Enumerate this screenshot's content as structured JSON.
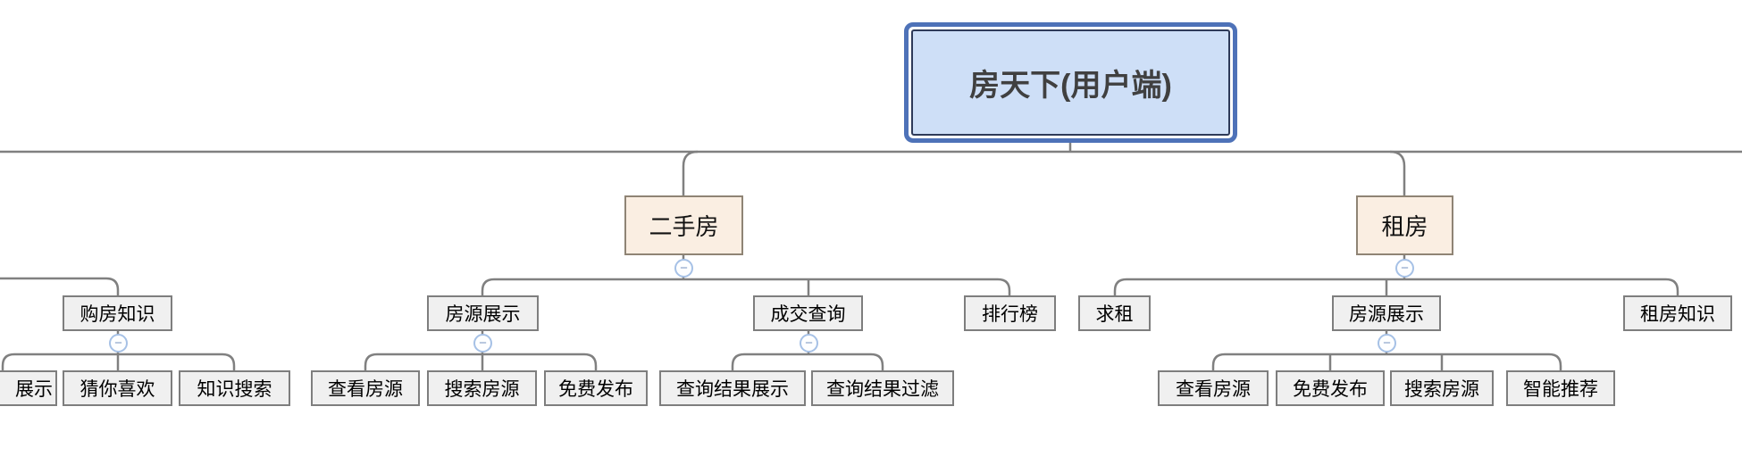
{
  "diagram": {
    "type": "mindmap-org-chart",
    "root": {
      "label": "房天下(用户端)"
    },
    "nodes": {
      "ershoufang": {
        "label": "二手房",
        "level": 2
      },
      "zufang": {
        "label": "租房",
        "level": 2
      },
      "goufangzhishi": {
        "label": "购房知识",
        "level": 3
      },
      "fyzs_esf": {
        "label": "房源展示",
        "level": 3
      },
      "chengjiaochaxun": {
        "label": "成交查询",
        "level": 3
      },
      "paihangbang": {
        "label": "排行榜",
        "level": 3
      },
      "qiuzu": {
        "label": "求租",
        "level": 3
      },
      "fyzs_zf": {
        "label": "房源展示",
        "level": 3
      },
      "zufangzhishi": {
        "label": "租房知识",
        "level": 3
      },
      "zhanshi_clipped": {
        "label": "展示",
        "level": 4
      },
      "cainixihuan": {
        "label": "猜你喜欢",
        "level": 4
      },
      "zhishisousuo": {
        "label": "知识搜索",
        "level": 4
      },
      "chakan_esf": {
        "label": "查看房源",
        "level": 4
      },
      "sousuo_esf": {
        "label": "搜索房源",
        "level": 4
      },
      "mianfei_esf": {
        "label": "免费发布",
        "level": 4
      },
      "jieguozhanshi": {
        "label": "查询结果展示",
        "level": 4
      },
      "jieguoguolv": {
        "label": "查询结果过滤",
        "level": 4
      },
      "chakan_zf": {
        "label": "查看房源",
        "level": 4
      },
      "mianfei_zf": {
        "label": "免费发布",
        "level": 4
      },
      "sousuo_zf": {
        "label": "搜索房源",
        "level": 4
      },
      "zhinengtuijian": {
        "label": "智能推荐",
        "level": 4
      }
    },
    "hierarchy": {
      "root": "房天下(用户端)",
      "visible_branches": [
        {
          "label": "二手房",
          "children": [
            {
              "label": "房源展示",
              "children": [
                "查看房源",
                "搜索房源",
                "免费发布"
              ]
            },
            {
              "label": "成交查询",
              "children": [
                "查询结果展示",
                "查询结果过滤"
              ]
            },
            {
              "label": "排行榜",
              "children": []
            }
          ]
        },
        {
          "label": "租房",
          "children": [
            {
              "label": "求租",
              "children": []
            },
            {
              "label": "房源展示",
              "children": [
                "查看房源",
                "免费发布",
                "搜索房源",
                "智能推荐"
              ]
            },
            {
              "label": "租房知识",
              "children": []
            }
          ]
        },
        {
          "label": "购房知识",
          "note": "parent branch extends off-screen left",
          "children": [
            "展示",
            "猜你喜欢",
            "知识搜索"
          ]
        }
      ]
    },
    "collapse_icon": {
      "name": "minus-circle-icon",
      "symbol": "−"
    },
    "colors": {
      "background": "#FFFFFF",
      "line": "#808080",
      "root_fill": "#CEDFF7",
      "root_outer_border": "#4E72B8",
      "root_inner_border": "#2E3A59",
      "branch_fill": "#FAEEE2",
      "branch_border": "#8F8475",
      "topic_fill": "#F0F0F0",
      "topic_border": "#7E7E7E",
      "collapse_border": "#A6C1E6",
      "collapse_glyph": "#7E99C4"
    }
  }
}
